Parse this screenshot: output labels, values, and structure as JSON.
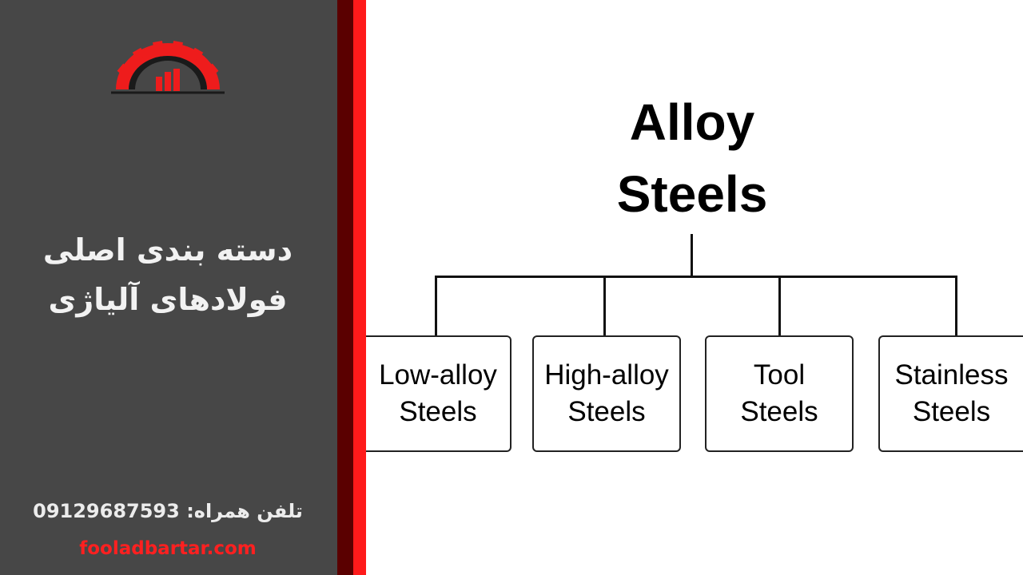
{
  "sidebar": {
    "title_lines": [
      "دسته بندی اصلی",
      "فولادهای آلیاژی"
    ],
    "phone_label": "تلفن همراه:",
    "phone_number": "09129687593",
    "website": "fooladbartar.com",
    "colors": {
      "background": "#474747",
      "accent": "#ff1a1a",
      "dark_stripe": "#5a0000",
      "text": "#f2f2f2"
    }
  },
  "diagram": {
    "root": {
      "lines": [
        "Alloy",
        "Steels"
      ]
    },
    "children": [
      {
        "lines": [
          "Low-alloy",
          "Steels"
        ]
      },
      {
        "lines": [
          "High-alloy",
          "Steels"
        ]
      },
      {
        "lines": [
          "Tool",
          "Steels"
        ]
      },
      {
        "lines": [
          "Stainless",
          "Steels"
        ]
      }
    ]
  }
}
